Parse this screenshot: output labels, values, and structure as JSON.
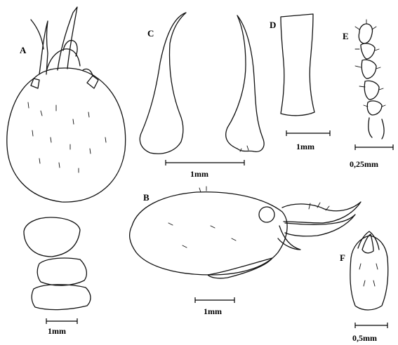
{
  "figure": {
    "panels": [
      {
        "id": "A",
        "label": "A"
      },
      {
        "id": "B",
        "label": "B"
      },
      {
        "id": "C",
        "label": "C"
      },
      {
        "id": "D",
        "label": "D"
      },
      {
        "id": "E",
        "label": "E"
      },
      {
        "id": "F",
        "label": "F"
      }
    ],
    "scale_bars": [
      {
        "id": "cd",
        "text": "1mm"
      },
      {
        "id": "d",
        "text": "1mm"
      },
      {
        "id": "e",
        "text": "0,25mm"
      },
      {
        "id": "a",
        "text": "1mm"
      },
      {
        "id": "b",
        "text": "1mm"
      },
      {
        "id": "f",
        "text": "0,5mm"
      }
    ]
  }
}
